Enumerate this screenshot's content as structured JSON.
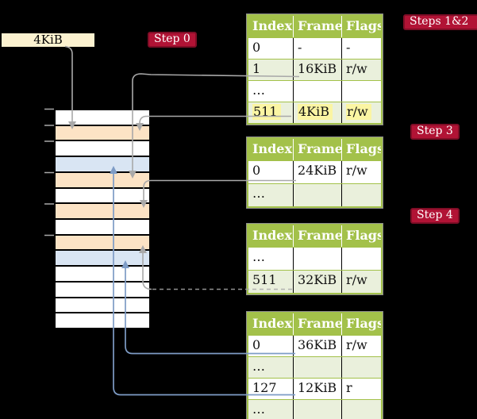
{
  "colors": {
    "background": "#000000",
    "white_row": "#ffffff",
    "orange_row": "#fce3c5",
    "blue_row": "#d9e5f3",
    "cream_box": "#fcf2d0",
    "table_header_green": "#a3c14a",
    "table_row_green": "#eaf0dc",
    "highlight_yellow": "#fbf5a3",
    "badge_red": "#b11335",
    "badge_border": "#7f0d26",
    "connector_gray": "#a9a9a9",
    "connector_blue": "#7e9cc6"
  },
  "page_size_box": {
    "label": "4KiB"
  },
  "badges": {
    "step0": "Step 0",
    "steps12": "Steps 1&2",
    "step3": "Step 3",
    "step4": "Step 4"
  },
  "memory_column": {
    "rows": [
      "white",
      "orange",
      "white",
      "blue",
      "orange",
      "white",
      "orange",
      "white",
      "orange",
      "blue",
      "white",
      "white",
      "white",
      "white"
    ]
  },
  "tables": [
    {
      "headers": [
        "Index",
        "Frame",
        "Flags"
      ],
      "rows": [
        {
          "cells": [
            "0",
            "-",
            "-"
          ],
          "shaded": false,
          "highlighted": false
        },
        {
          "cells": [
            "1",
            "16KiB",
            "r/w"
          ],
          "shaded": true,
          "highlighted": false
        },
        {
          "cells": [
            "…",
            "",
            ""
          ],
          "shaded": false,
          "highlighted": false
        },
        {
          "cells": [
            "511",
            "4KiB",
            "r/w"
          ],
          "shaded": true,
          "highlighted": true
        }
      ]
    },
    {
      "headers": [
        "Index",
        "Frame",
        "Flags"
      ],
      "rows": [
        {
          "cells": [
            "0",
            "24KiB",
            "r/w"
          ],
          "shaded": false,
          "highlighted": false
        },
        {
          "cells": [
            "…",
            "",
            ""
          ],
          "shaded": true,
          "highlighted": false
        }
      ]
    },
    {
      "headers": [
        "Index",
        "Frame",
        "Flags"
      ],
      "rows": [
        {
          "cells": [
            "…",
            "",
            ""
          ],
          "shaded": false,
          "highlighted": false
        },
        {
          "cells": [
            "511",
            "32KiB",
            "r/w"
          ],
          "shaded": true,
          "highlighted": false
        }
      ]
    },
    {
      "headers": [
        "Index",
        "Frame",
        "Flags"
      ],
      "rows": [
        {
          "cells": [
            "0",
            "36KiB",
            "r/w"
          ],
          "shaded": false,
          "highlighted": false
        },
        {
          "cells": [
            "…",
            "",
            ""
          ],
          "shaded": true,
          "highlighted": false
        },
        {
          "cells": [
            "127",
            "12KiB",
            "r"
          ],
          "shaded": false,
          "highlighted": false
        },
        {
          "cells": [
            "…",
            "",
            ""
          ],
          "shaded": true,
          "highlighted": false
        }
      ]
    }
  ]
}
